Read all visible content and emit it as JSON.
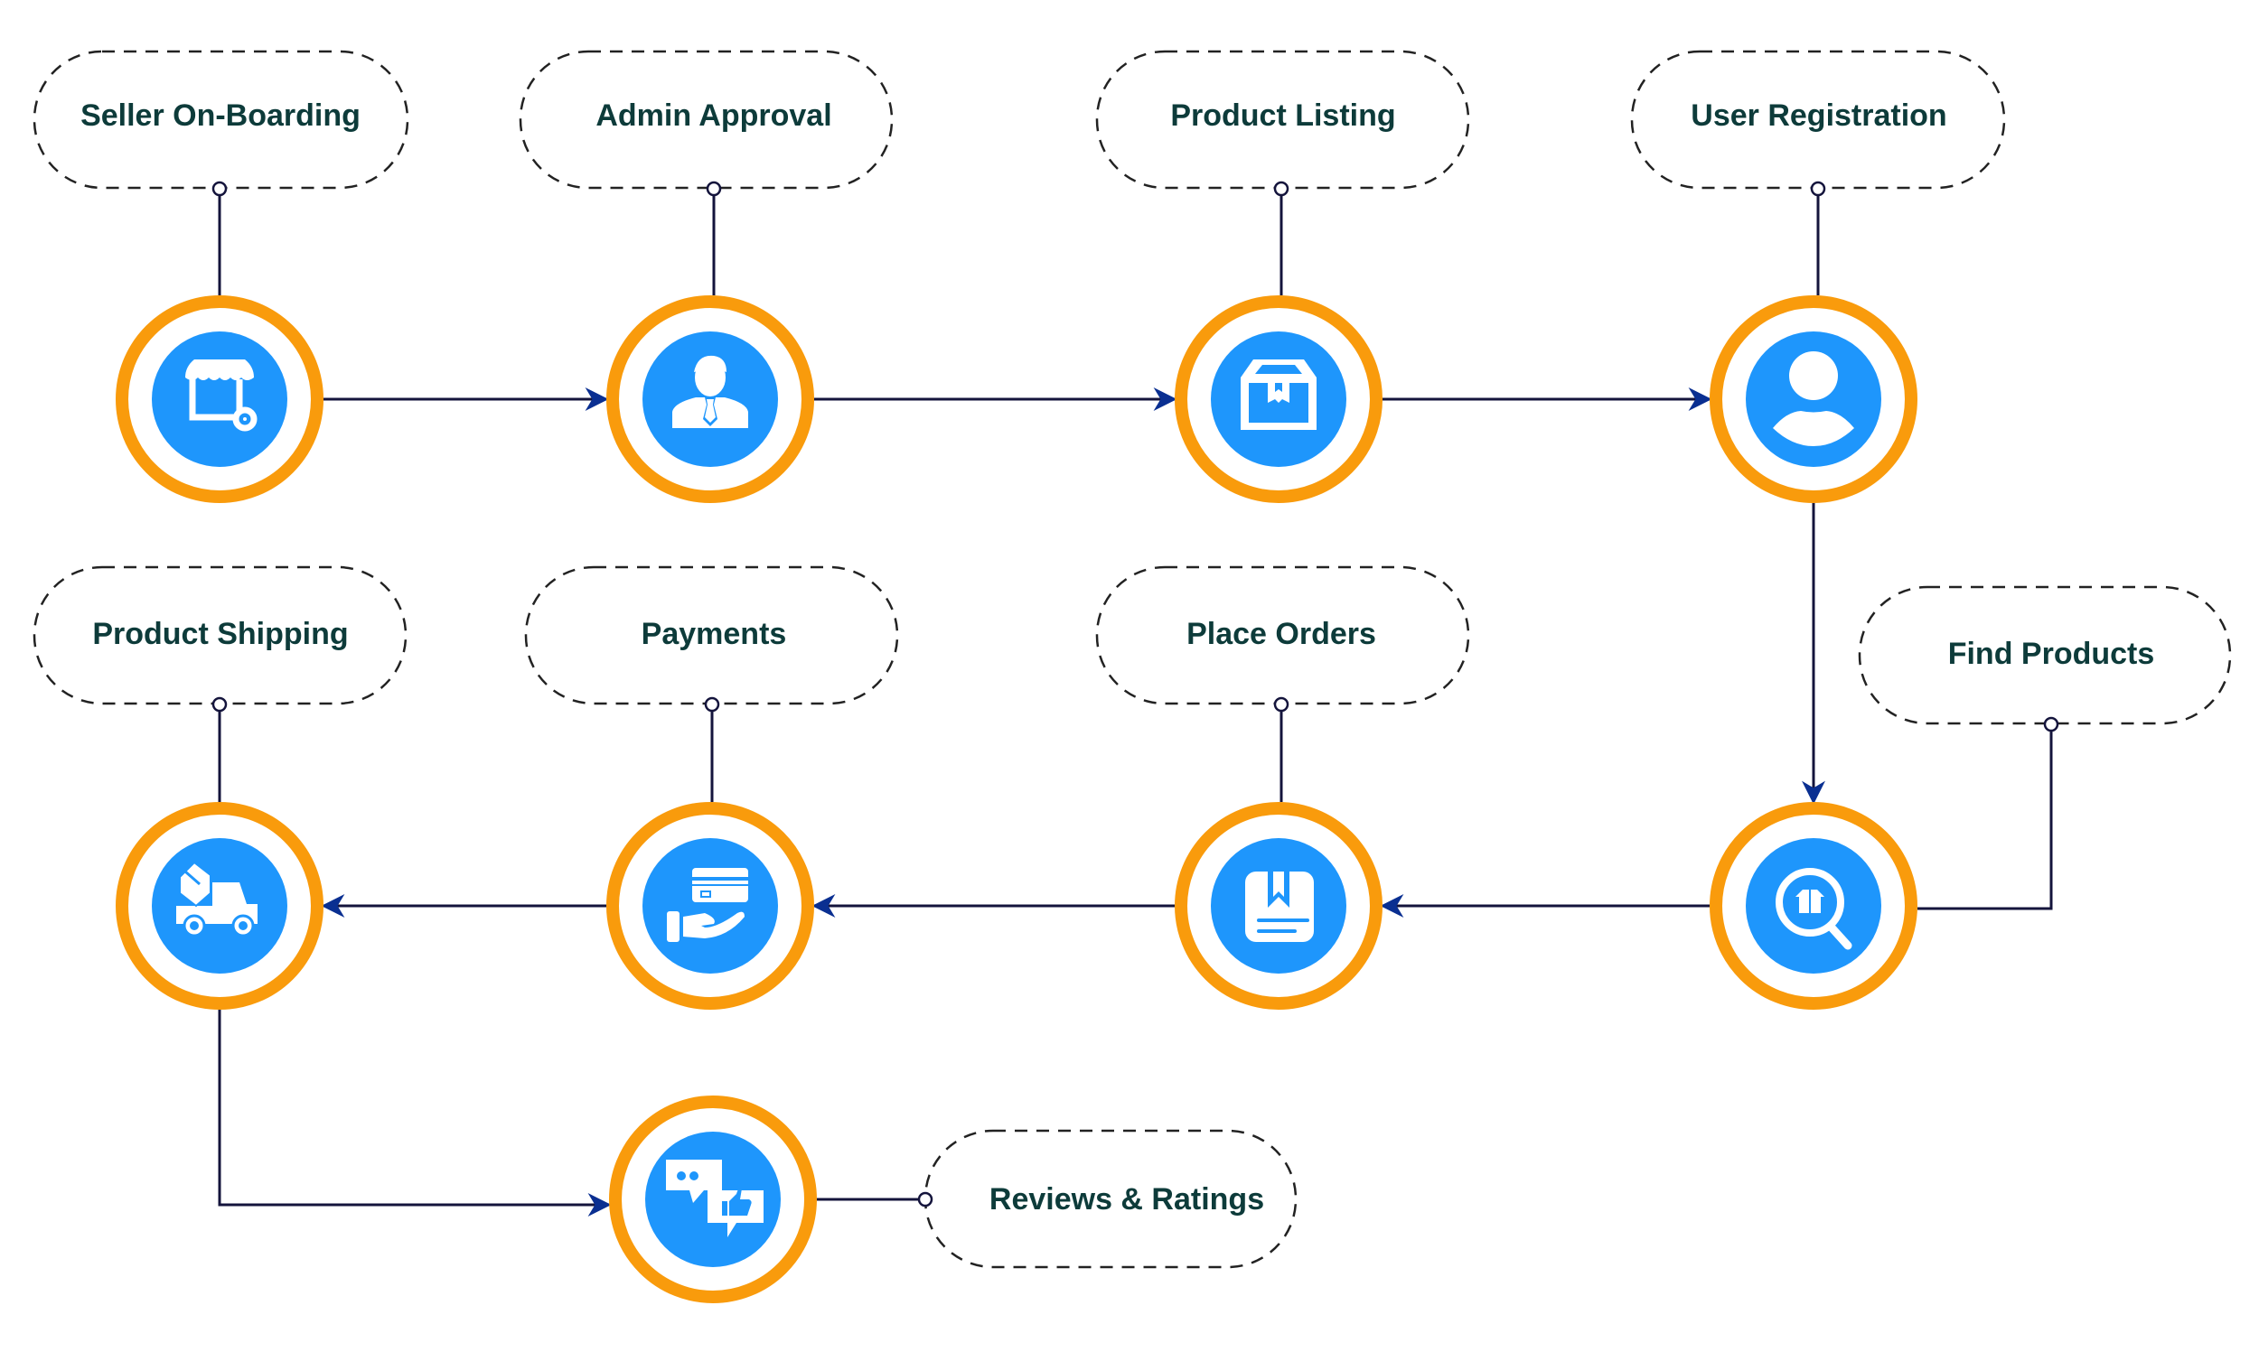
{
  "colors": {
    "ring": "#f99b0c",
    "node_fill": "#1e96fc",
    "icon": "#ffffff",
    "label_text": "#0d3b3a",
    "connector": "#14143c",
    "arrowhead": "#0a2f91",
    "pill_border": "#222222"
  },
  "steps": [
    {
      "id": "seller-onboarding",
      "label": "Seller On-Boarding",
      "icon": "store-cart-icon"
    },
    {
      "id": "admin-approval",
      "label": "Admin Approval",
      "icon": "businessman-icon"
    },
    {
      "id": "product-listing",
      "label": "Product Listing",
      "icon": "package-box-icon"
    },
    {
      "id": "user-registration",
      "label": "User Registration",
      "icon": "user-profile-icon"
    },
    {
      "id": "find-products",
      "label": "Find Products",
      "icon": "search-box-icon"
    },
    {
      "id": "place-orders",
      "label": "Place Orders",
      "icon": "order-bookmark-icon"
    },
    {
      "id": "payments",
      "label": "Payments",
      "icon": "card-hand-payment-icon"
    },
    {
      "id": "product-shipping",
      "label": "Product Shipping",
      "icon": "delivery-truck-icon"
    },
    {
      "id": "reviews-ratings",
      "label": "Reviews & Ratings",
      "icon": "chat-thumbs-up-icon"
    }
  ],
  "flow": [
    [
      "seller-onboarding",
      "admin-approval"
    ],
    [
      "admin-approval",
      "product-listing"
    ],
    [
      "product-listing",
      "user-registration"
    ],
    [
      "user-registration",
      "find-products"
    ],
    [
      "find-products",
      "place-orders"
    ],
    [
      "place-orders",
      "payments"
    ],
    [
      "payments",
      "product-shipping"
    ],
    [
      "product-shipping",
      "reviews-ratings"
    ]
  ]
}
